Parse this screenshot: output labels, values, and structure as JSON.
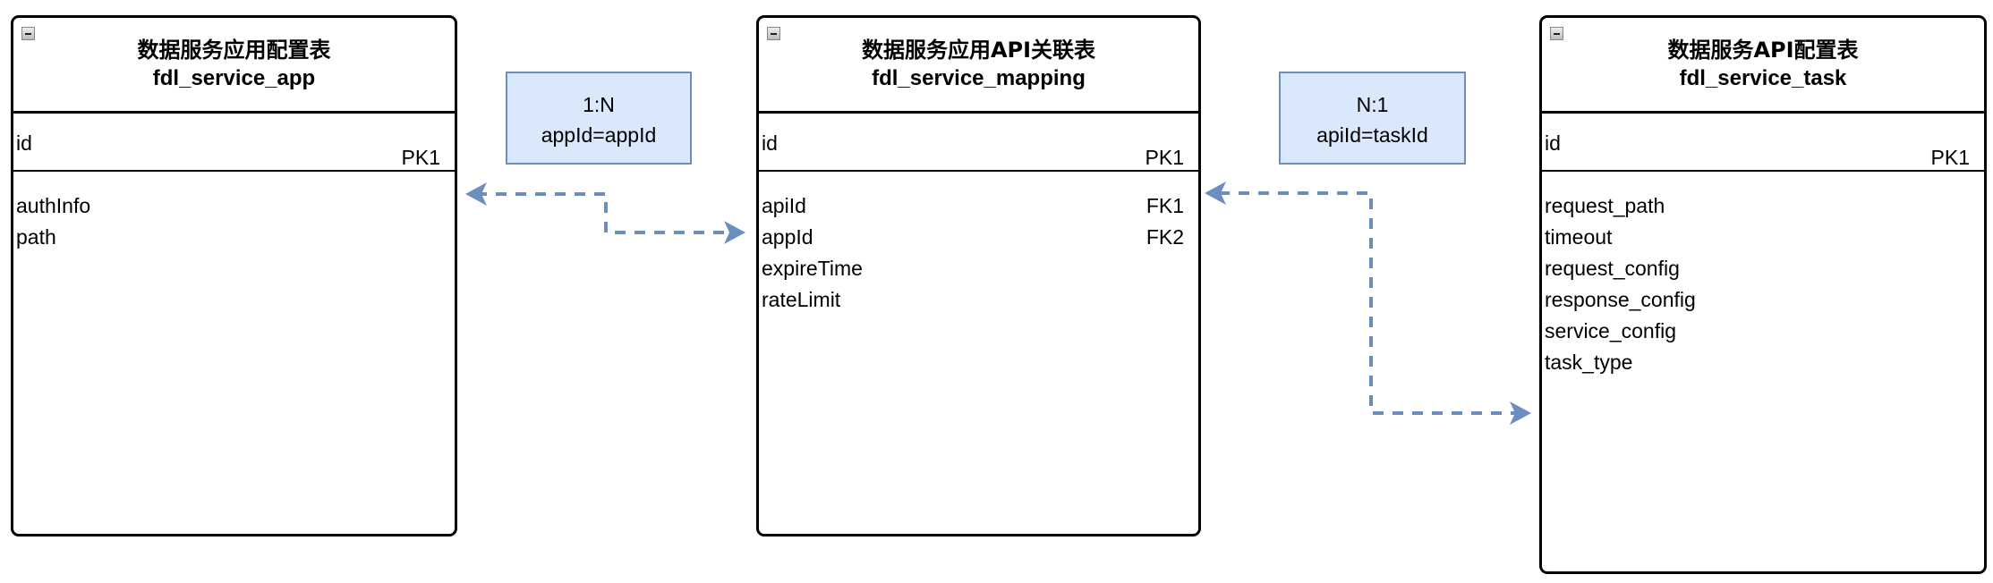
{
  "tables": [
    {
      "title_cn": "数据服务应用配置表",
      "title": "fdl_service_app",
      "pk_field": "id",
      "pk_label": "PK1",
      "fields": [
        {
          "name": "authInfo",
          "key": ""
        },
        {
          "name": "path",
          "key": ""
        }
      ]
    },
    {
      "title_cn": "数据服务应用API关联表",
      "title": "fdl_service_mapping",
      "pk_field": "id",
      "pk_label": "PK1",
      "fields": [
        {
          "name": "apiId",
          "key": "FK1"
        },
        {
          "name": "appId",
          "key": "FK2"
        },
        {
          "name": "expireTime",
          "key": ""
        },
        {
          "name": "rateLimit",
          "key": ""
        }
      ]
    },
    {
      "title_cn": "数据服务API配置表",
      "title": "fdl_service_task",
      "pk_field": "id",
      "pk_label": "PK1",
      "fields": [
        {
          "name": "request_path",
          "key": ""
        },
        {
          "name": "timeout",
          "key": ""
        },
        {
          "name": "request_config",
          "key": ""
        },
        {
          "name": "response_config",
          "key": ""
        },
        {
          "name": "service_config",
          "key": ""
        },
        {
          "name": "task_type",
          "key": ""
        }
      ]
    }
  ],
  "relations": [
    {
      "cardinality": "1:N",
      "condition": "appId=appId"
    },
    {
      "cardinality": "N:1",
      "condition": "apiId=taskId"
    }
  ],
  "colors": {
    "relation_fill": "#dae8fc",
    "relation_stroke": "#6c8ebf",
    "connector": "#6c8ebf"
  }
}
